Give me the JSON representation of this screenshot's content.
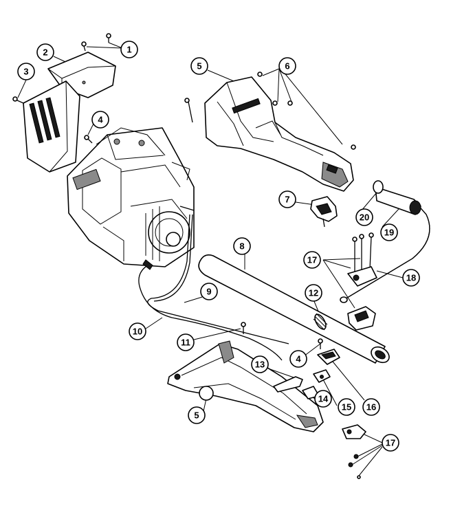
{
  "callouts": [
    {
      "id": "c1",
      "label": "1"
    },
    {
      "id": "c2",
      "label": "2"
    },
    {
      "id": "c3",
      "label": "3"
    },
    {
      "id": "c4a",
      "label": "4"
    },
    {
      "id": "c5a",
      "label": "5"
    },
    {
      "id": "c6",
      "label": "6"
    },
    {
      "id": "c7",
      "label": "7"
    },
    {
      "id": "c8",
      "label": "8"
    },
    {
      "id": "c9",
      "label": "9"
    },
    {
      "id": "c10",
      "label": "10"
    },
    {
      "id": "c11",
      "label": "11"
    },
    {
      "id": "c12",
      "label": "12"
    },
    {
      "id": "c13",
      "label": "13"
    },
    {
      "id": "c4b",
      "label": "4"
    },
    {
      "id": "c14",
      "label": "14"
    },
    {
      "id": "c15",
      "label": "15"
    },
    {
      "id": "c16",
      "label": "16"
    },
    {
      "id": "c5b",
      "label": "5"
    },
    {
      "id": "c17a",
      "label": "17"
    },
    {
      "id": "c17b",
      "label": "17"
    },
    {
      "id": "c18",
      "label": "18"
    },
    {
      "id": "c19",
      "label": "19"
    },
    {
      "id": "c20",
      "label": "20"
    }
  ]
}
